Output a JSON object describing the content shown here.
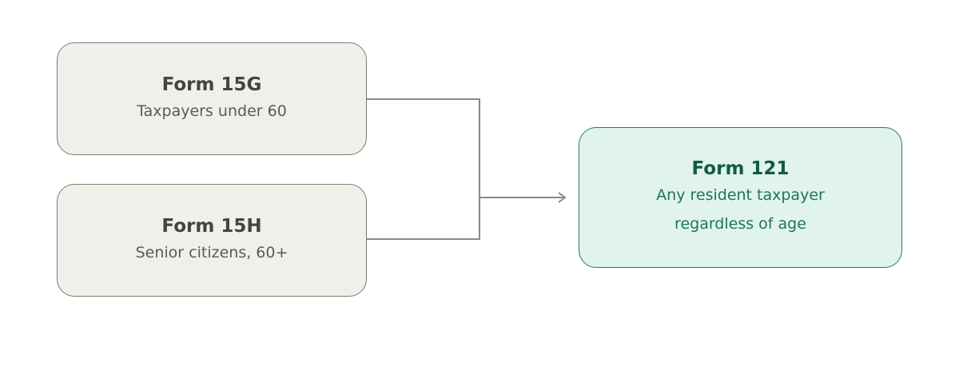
{
  "nodes": {
    "form_15g": {
      "title": "Form 15G",
      "subtitle": "Taxpayers under 60"
    },
    "form_15h": {
      "title": "Form 15H",
      "subtitle": "Senior citizens, 60+"
    },
    "form_121": {
      "title": "Form 121",
      "subtitle_line1": "Any resident taxpayer",
      "subtitle_line2": "regardless of age"
    }
  },
  "colors": {
    "source_fill": "#f1efe9",
    "source_border": "#7d7a74",
    "target_fill": "#e0f3ec",
    "target_border": "#2c7a5c",
    "connector": "#8a8a8a"
  }
}
